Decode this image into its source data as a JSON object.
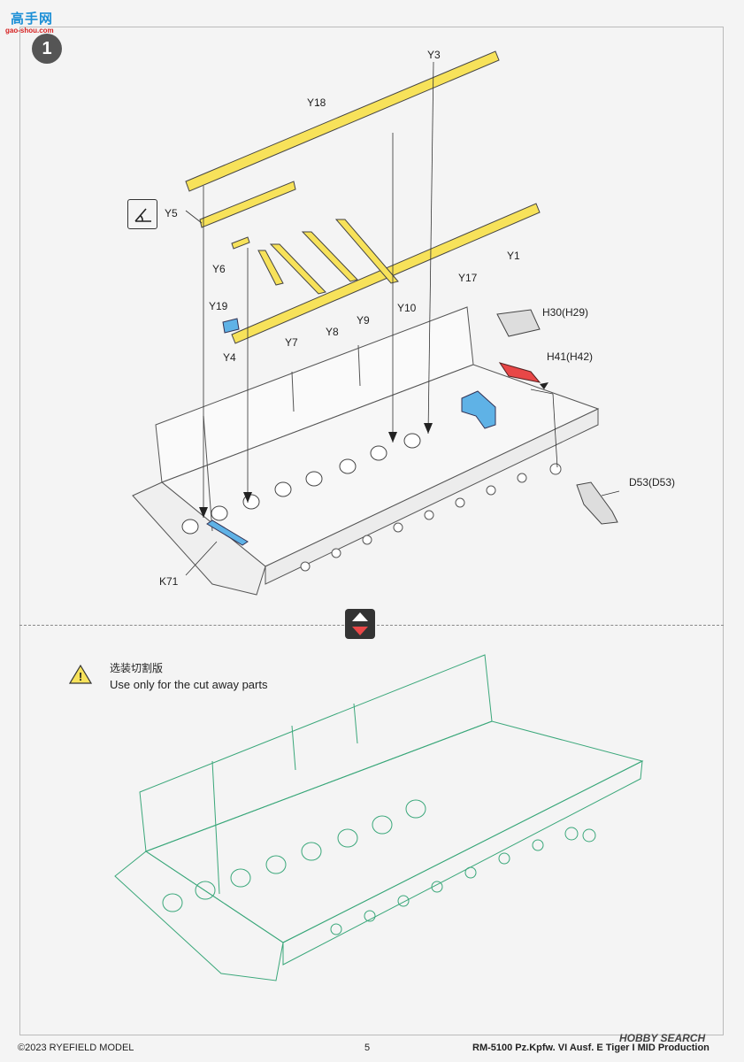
{
  "watermark": {
    "cn": "高手网",
    "en": "gao-shou.com"
  },
  "step": {
    "number": "1"
  },
  "part_labels": {
    "Y3": "Y3",
    "Y18": "Y18",
    "Y5": "Y5",
    "Y6": "Y6",
    "Y1": "Y1",
    "Y17": "Y17",
    "Y19": "Y19",
    "Y4": "Y4",
    "Y7": "Y7",
    "Y8": "Y8",
    "Y9": "Y9",
    "Y10": "Y10",
    "H30": "H30(H29)",
    "H41": "H41(H42)",
    "D53": "D53(D53)",
    "K71": "K71"
  },
  "note": {
    "cn": "选装切割版",
    "en": "Use only for the cut away parts"
  },
  "footer": {
    "copyright": "©2023 RYEFIELD MODEL",
    "page": "5",
    "product": "RM-5100 Pz.Kpfw. VI Ausf. E Tiger I MID Production",
    "logo": "HOBBY SEARCH"
  },
  "colors": {
    "yellow_parts": "#f7e25a",
    "blue_part": "#5fb2e6",
    "red_part": "#e84747",
    "cutaway_line": "#3aa77a"
  }
}
